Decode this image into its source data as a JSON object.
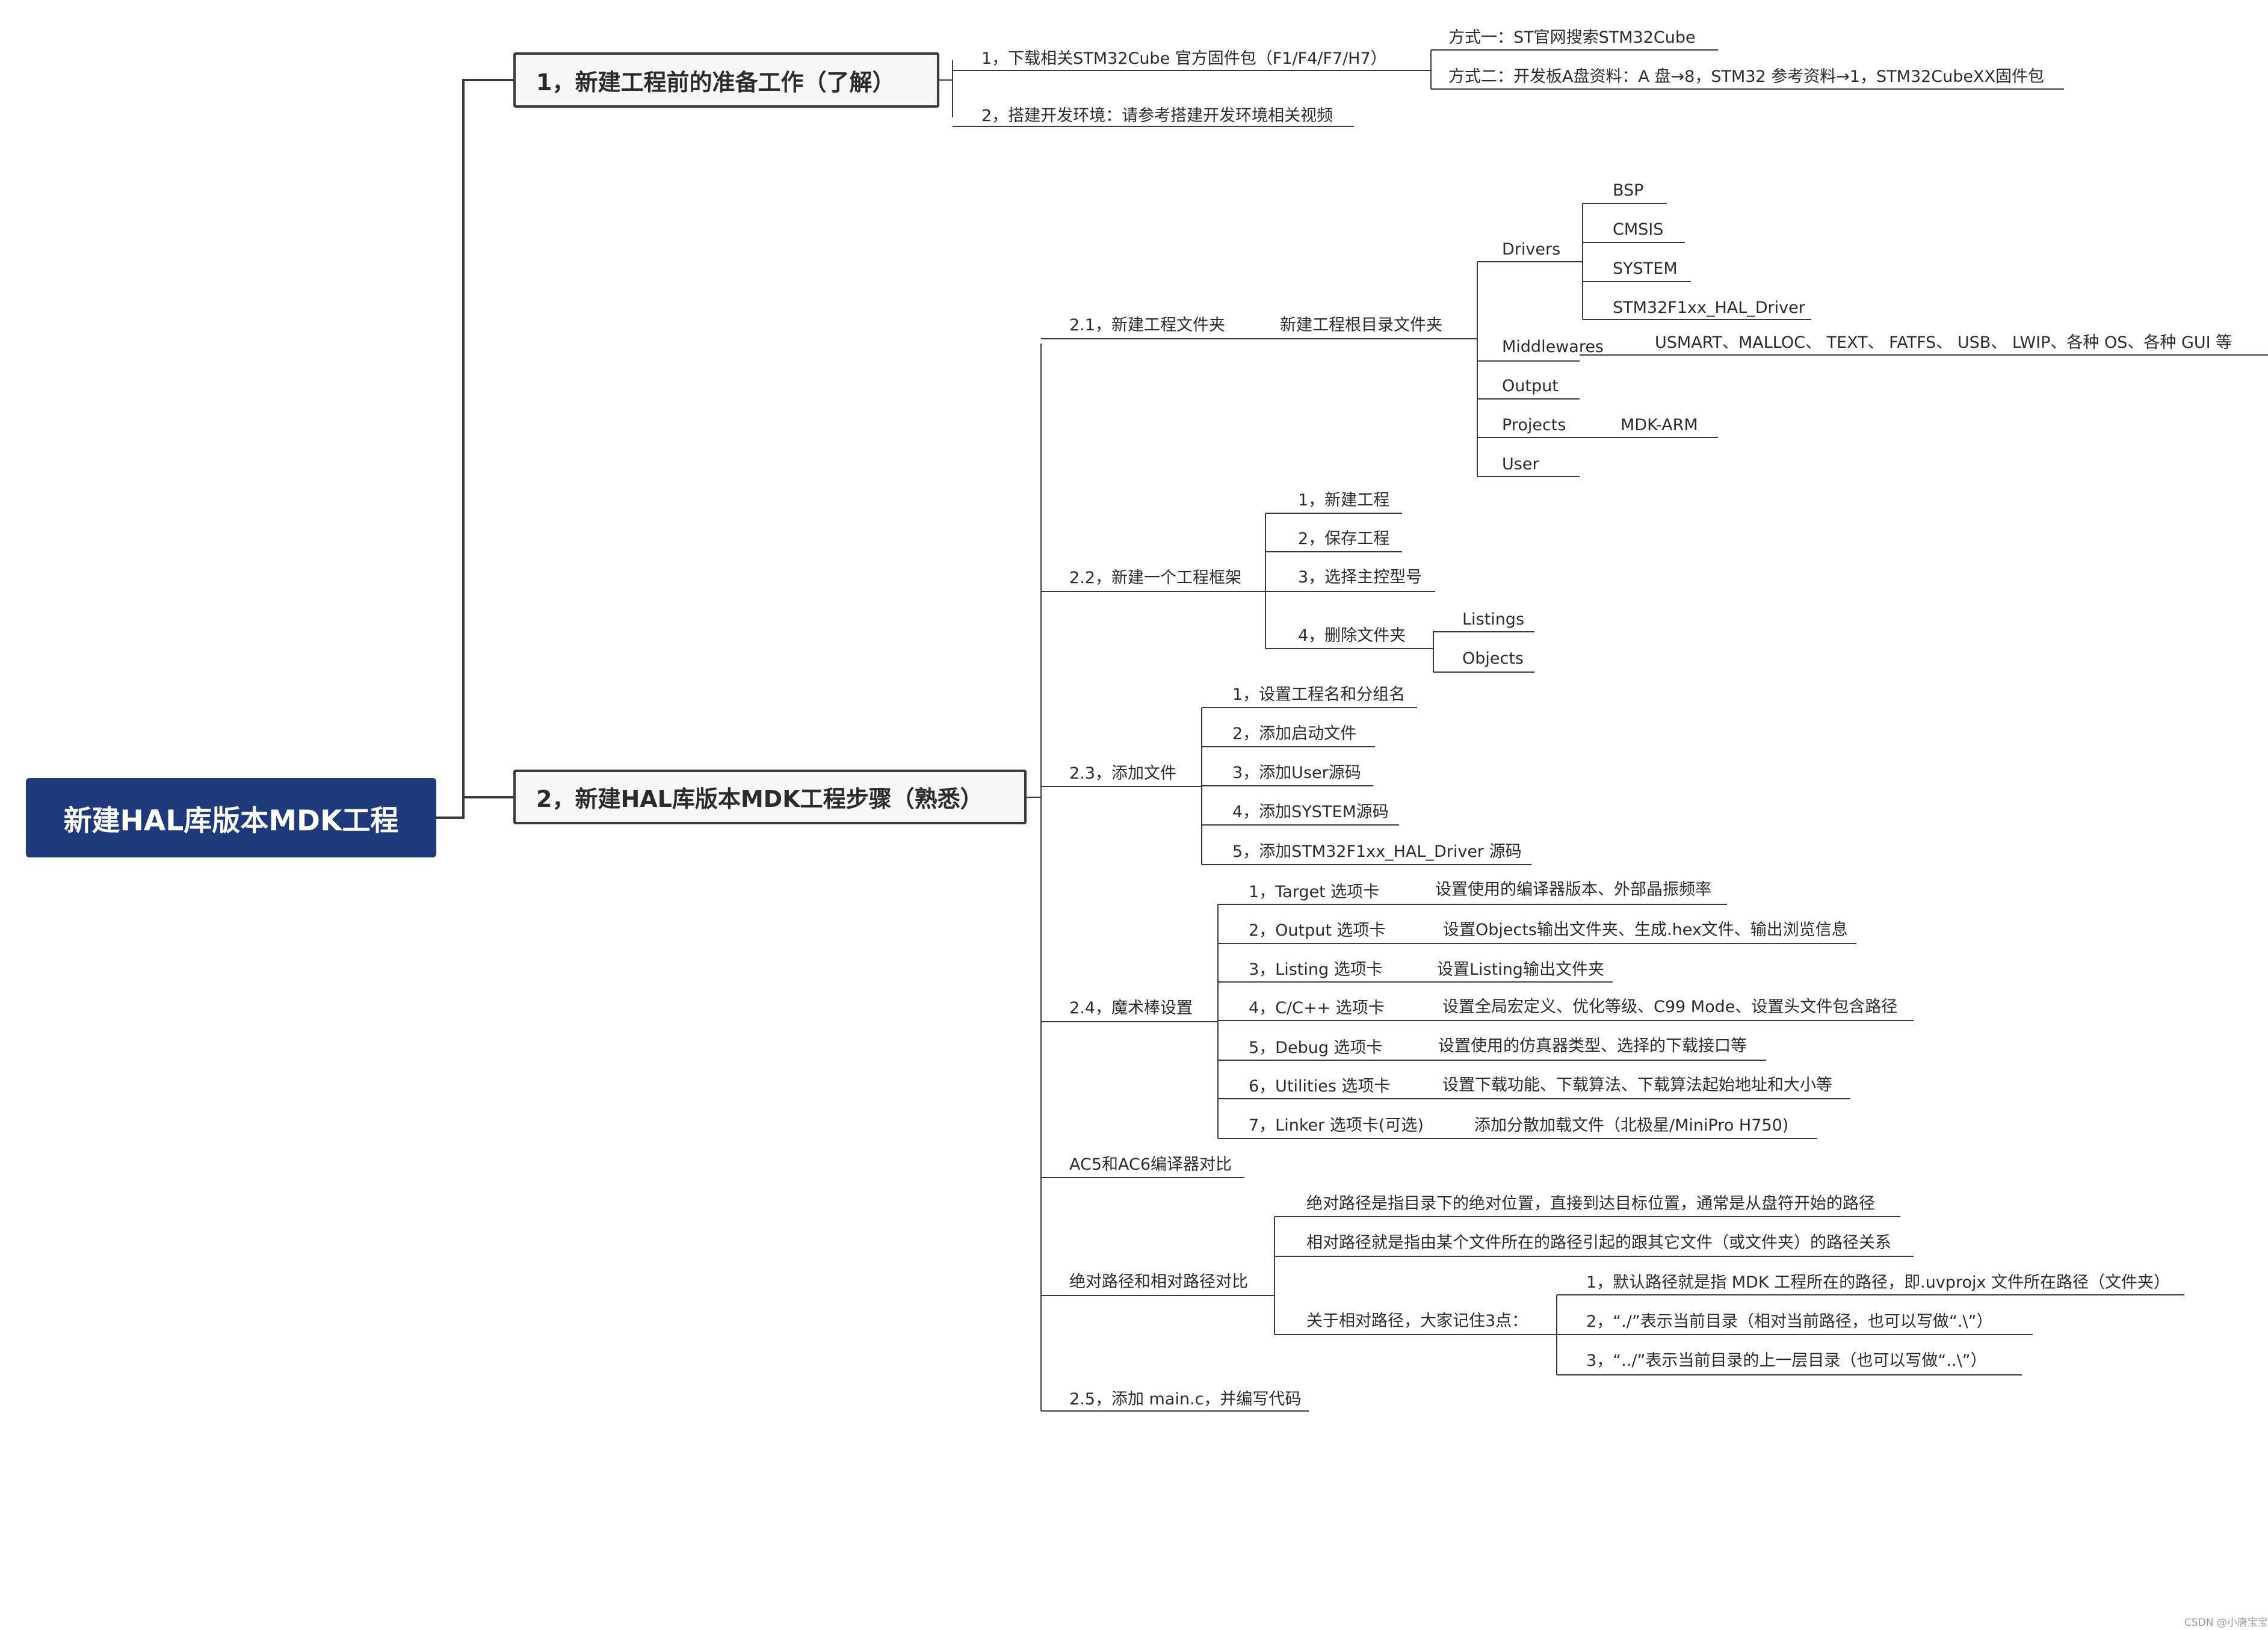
{
  "root": {
    "label": "新建HAL库版本MDK工程"
  },
  "sections": {
    "s1": {
      "label": "1，新建工程前的准备工作（了解）",
      "items": {
        "download": "1，下载相关STM32Cube 官方固件包（F1/F4/F7/H7）",
        "way1": "方式一：ST官网搜索STM32Cube",
        "way2": "方式二：开发板A盘资料：A 盘→8，STM32 参考资料→1，STM32CubeXX固件包",
        "env": "2，搭建开发环境：请参考搭建开发环境相关视频"
      }
    },
    "s2": {
      "label": "2，新建HAL库版本MDK工程步骤（熟悉）",
      "folder": {
        "label": "2.1，新建工程文件夹",
        "root_folder": "新建工程根目录文件夹",
        "drivers": "Drivers",
        "bsp": "BSP",
        "cmsis": "CMSIS",
        "system": "SYSTEM",
        "hal_driver": "STM32F1xx_HAL_Driver",
        "middlewares": "Middlewares",
        "middlewares_detail": "USMART、MALLOC、 TEXT、 FATFS、 USB、 LWIP、各种 OS、各种 GUI 等",
        "output": "Output",
        "projects": "Projects",
        "mdk_arm": "MDK-ARM",
        "user": "User"
      },
      "framework": {
        "label": "2.2，新建一个工程框架",
        "step1": "1，新建工程",
        "step2": "2，保存工程",
        "step3": "3，选择主控型号",
        "step4": "4，删除文件夹",
        "listings": "Listings",
        "objects": "Objects"
      },
      "files": {
        "label": "2.3，添加文件",
        "f1": "1，设置工程名和分组名",
        "f2": "2，添加启动文件",
        "f3": "3，添加User源码",
        "f4": "4，添加SYSTEM源码",
        "f5": "5，添加STM32F1xx_HAL_Driver 源码"
      },
      "wand": {
        "label": "2.4，魔术棒设置",
        "t1": "1，Target 选项卡",
        "d1": "设置使用的编译器版本、外部晶振频率",
        "t2": "2，Output 选项卡",
        "d2": "设置Objects输出文件夹、生成.hex文件、输出浏览信息",
        "t3": "3，Listing 选项卡",
        "d3": "设置Listing输出文件夹",
        "t4": "4，C/C++ 选项卡",
        "d4": "设置全局宏定义、优化等级、C99 Mode、设置头文件包含路径",
        "t5": "5，Debug 选项卡",
        "d5": "设置使用的仿真器类型、选择的下载接口等",
        "t6": "6，Utilities 选项卡",
        "d6": "设置下载功能、下载算法、下载算法起始地址和大小等",
        "t7": "7，Linker 选项卡(可选)",
        "d7": "添加分散加载文件（北极星/MiniPro H750)"
      },
      "ac": {
        "label": "AC5和AC6编译器对比"
      },
      "paths": {
        "label": "绝对路径和相对路径对比",
        "abs": "绝对路径是指目录下的绝对位置，直接到达目标位置，通常是从盘符开始的路径",
        "rel": "相对路径就是指由某个文件所在的路径引起的跟其它文件（或文件夹）的路径关系",
        "notes": "关于相对路径，大家记住3点：",
        "n1": "1，默认路径就是指 MDK 工程所在的路径，即.uvprojx 文件所在路径（文件夹）",
        "n2": "2，“./”表示当前目录（相对当前路径，也可以写做“.\\”）",
        "n3": "3，“../”表示当前目录的上一层目录（也可以写做“..\\”）"
      },
      "main_c": {
        "label": "2.5，添加 main.c，并编写代码"
      }
    }
  },
  "watermark": "CSDN @小唐宝宝",
  "colors": {
    "root_fill": "#1f3a7a",
    "root_text": "#ffffff",
    "line": "#3a3a3a",
    "text": "#2b2b2b",
    "major_fill": "#f7f7f7"
  }
}
